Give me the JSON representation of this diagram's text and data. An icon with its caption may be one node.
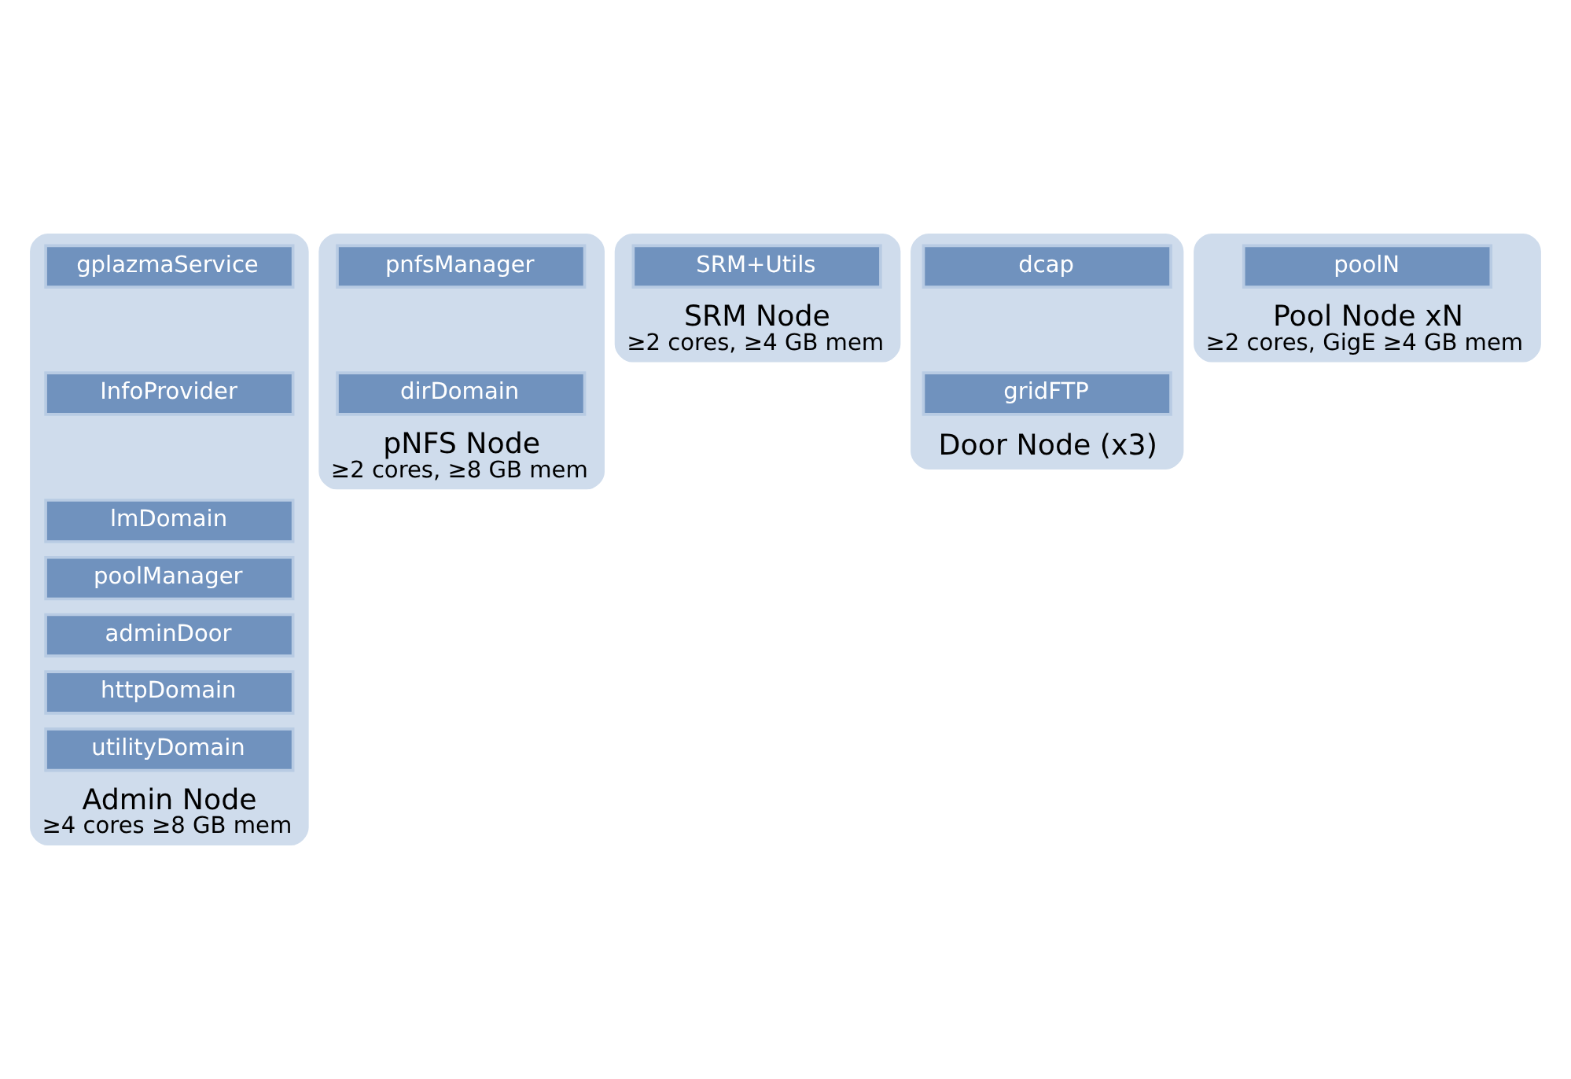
{
  "diagram": {
    "nodes": [
      {
        "text": [
          "Admin Node",
          "≥4 cores ≥8 GB mem"
        ]
      },
      {
        "text": [
          "gplazmaService"
        ],
        "in": 0
      },
      {
        "text": [
          "InfoProvider"
        ],
        "in": 0
      },
      {
        "text": [
          "lmDomain"
        ],
        "in": 0
      },
      {
        "text": [
          "poolManager"
        ],
        "in": 0
      },
      {
        "text": [
          "adminDoor"
        ],
        "in": 0
      },
      {
        "text": [
          "httpDomain"
        ],
        "in": 0
      },
      {
        "text": [
          "utilityDomain"
        ],
        "in": 0
      },
      {
        "text": [
          "pNFS Node",
          "≥2 cores, ≥8 GB mem"
        ]
      },
      {
        "text": [
          "pnfsManager"
        ],
        "in": 8
      },
      {
        "text": [
          "dirDomain"
        ],
        "in": 8
      },
      {
        "text": [
          "SRM Node",
          "≥2 cores, ≥4 GB mem"
        ]
      },
      {
        "text": [
          "SRM+Utils"
        ],
        "in": 11
      },
      {
        "text": [
          "Door Node (x3)"
        ]
      },
      {
        "text": [
          "dcap"
        ],
        "in": 13
      },
      {
        "text": [
          "gridFTP"
        ],
        "in": 13
      },
      {
        "text": [
          "Pool Node xN",
          "≥2 cores, GigE ≥4 GB mem"
        ]
      },
      {
        "text": [
          "poolN"
        ],
        "in": 16
      }
    ],
    "edges": []
  }
}
